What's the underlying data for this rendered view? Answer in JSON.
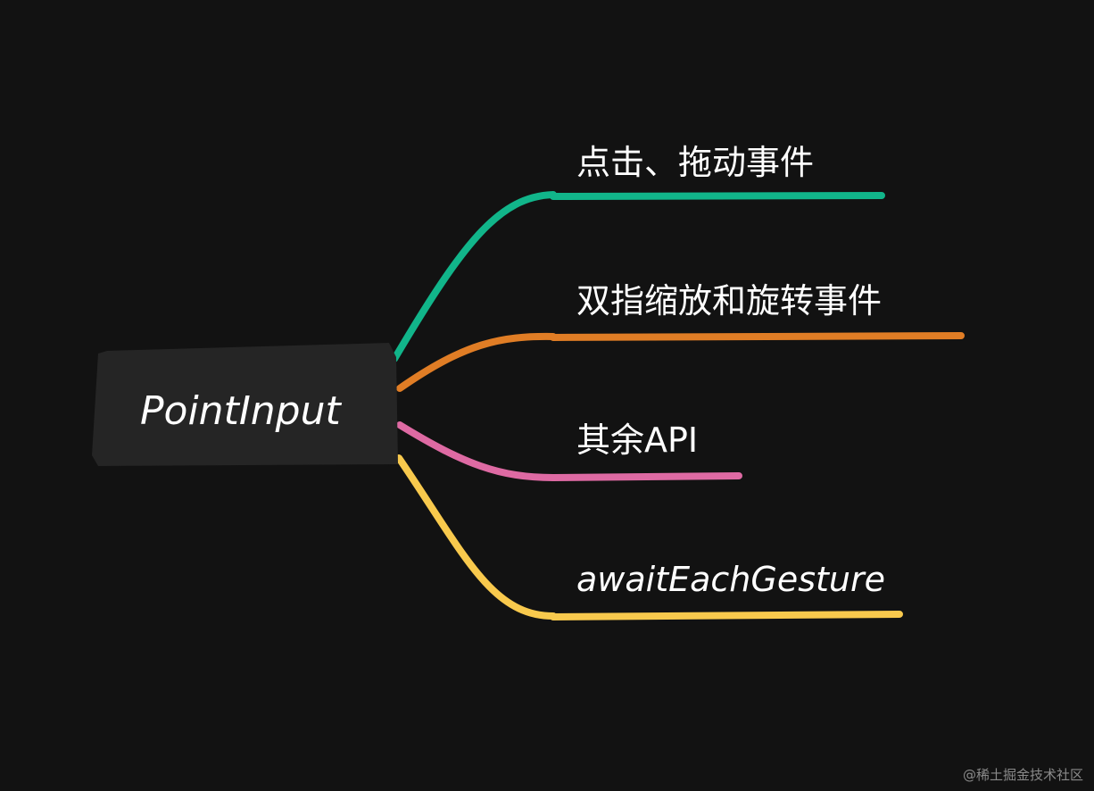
{
  "root": {
    "label": "PointInput",
    "fill": "#252525"
  },
  "branches": [
    {
      "label": "点击、拖动事件",
      "color": "#11b58a"
    },
    {
      "label": "双指缩放和旋转事件",
      "color": "#e07d25"
    },
    {
      "label": "其余API",
      "color": "#de6aa3"
    },
    {
      "label": "awaitEachGesture",
      "color": "#f8c94d"
    }
  ],
  "watermark": "@稀土掘金技术社区"
}
